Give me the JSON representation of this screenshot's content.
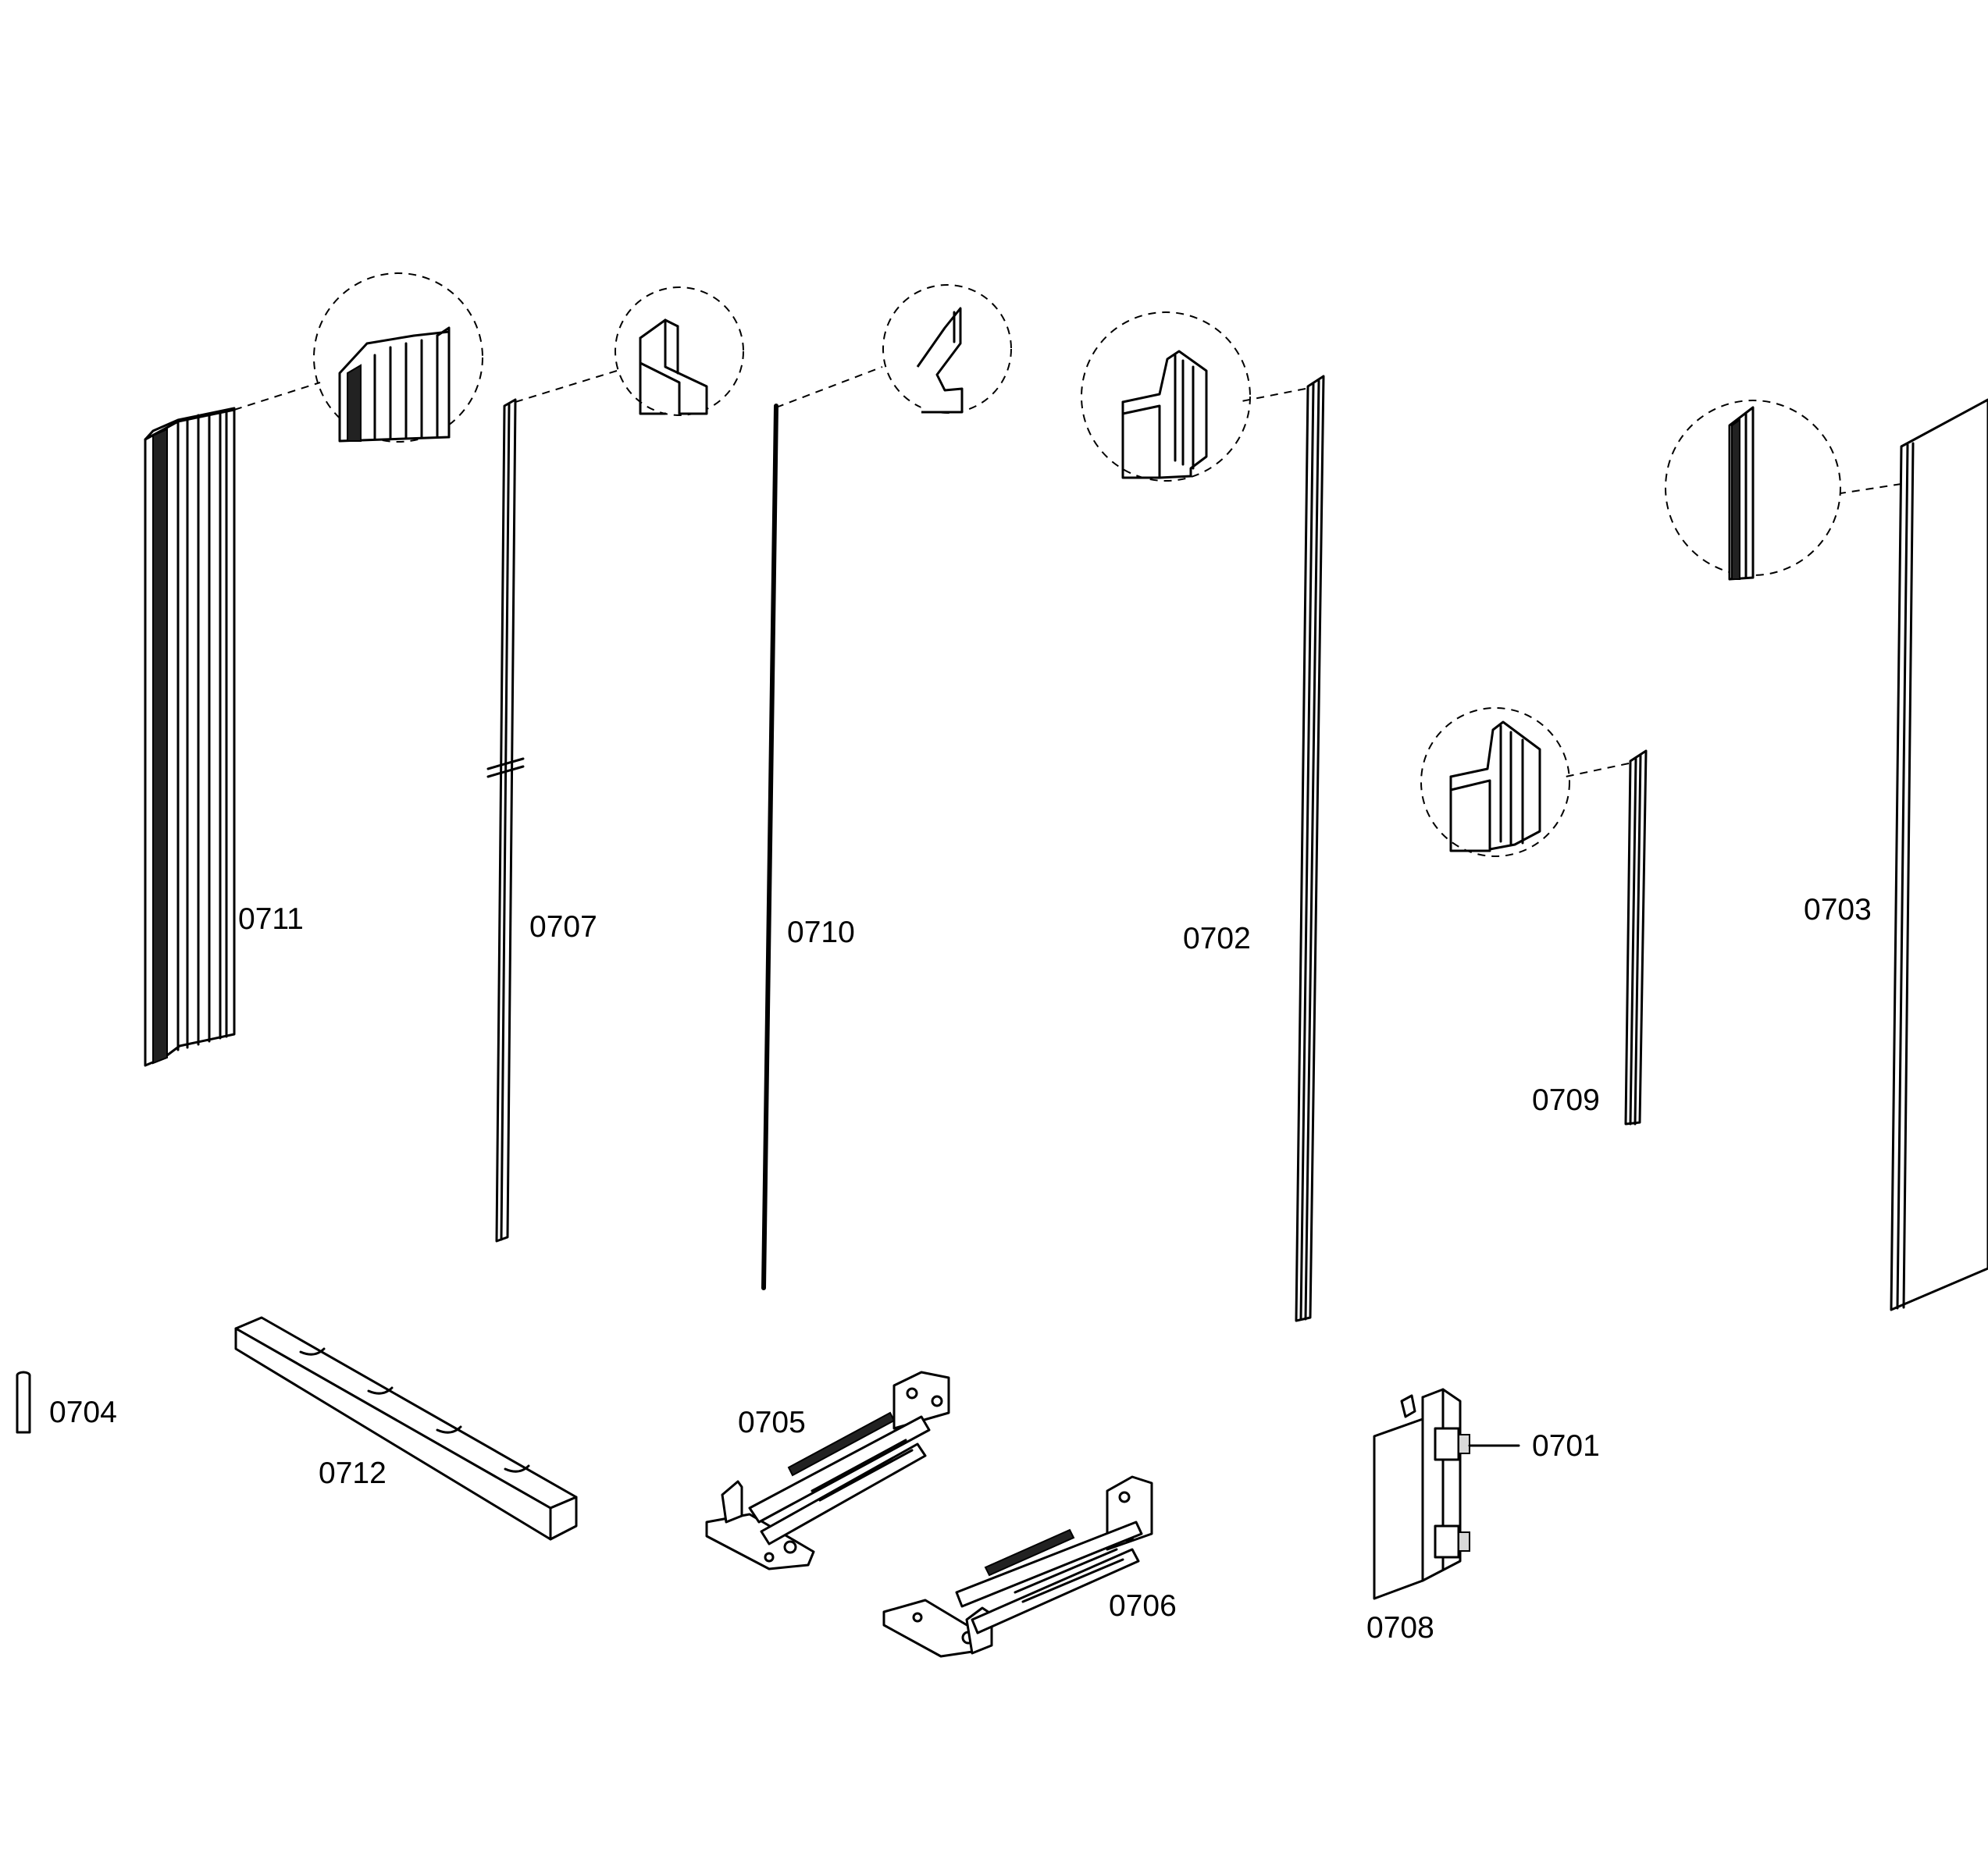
{
  "diagram": {
    "parts": [
      {
        "id": "p0711",
        "label": "0711"
      },
      {
        "id": "p0707",
        "label": "0707"
      },
      {
        "id": "p0710",
        "label": "0710"
      },
      {
        "id": "p0702",
        "label": "0702"
      },
      {
        "id": "p0709",
        "label": "0709"
      },
      {
        "id": "p0703",
        "label": "0703"
      },
      {
        "id": "p0704",
        "label": "0704"
      },
      {
        "id": "p0712",
        "label": "0712"
      },
      {
        "id": "p0705",
        "label": "0705"
      },
      {
        "id": "p0706",
        "label": "0706"
      },
      {
        "id": "p0701",
        "label": "0701"
      },
      {
        "id": "p0708",
        "label": "0708"
      }
    ]
  }
}
